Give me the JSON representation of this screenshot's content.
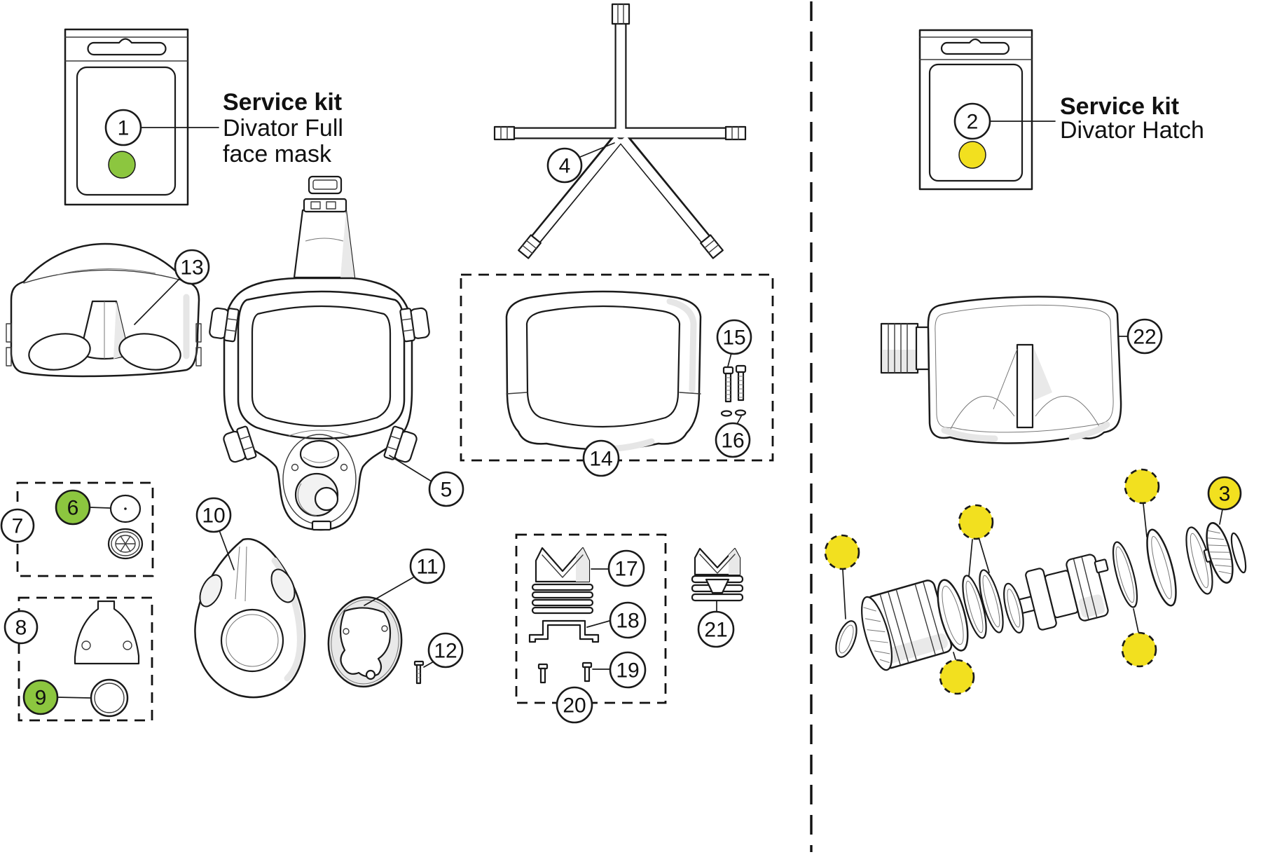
{
  "colors": {
    "green": "#8cc63f",
    "yellow": "#f2e01f",
    "line": "#1a1a1a",
    "background": "#ffffff"
  },
  "kits": {
    "kit1": {
      "title": "Service kit",
      "subtitle_line1": "Divator Full",
      "subtitle_line2": "face mask"
    },
    "kit2": {
      "title": "Service kit",
      "subtitle_line1": "Divator Hatch"
    }
  },
  "callouts": {
    "c1": "1",
    "c2": "2",
    "c3": "3",
    "c4": "4",
    "c5": "5",
    "c6": "6",
    "c7": "7",
    "c8": "8",
    "c9": "9",
    "c10": "10",
    "c11": "11",
    "c12": "12",
    "c13": "13",
    "c14": "14",
    "c15": "15",
    "c16": "16",
    "c17": "17",
    "c18": "18",
    "c19": "19",
    "c20": "20",
    "c21": "21",
    "c22": "22"
  }
}
